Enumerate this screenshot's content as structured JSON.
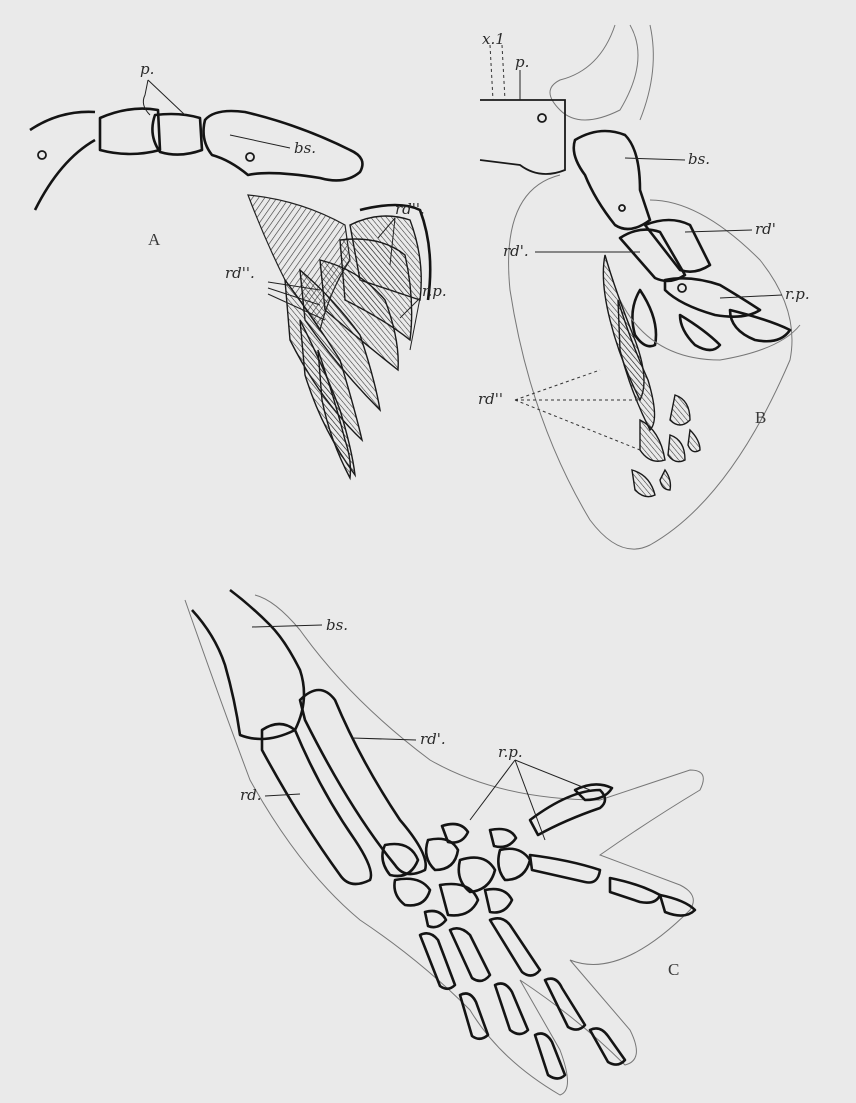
{
  "figure": {
    "panels": {
      "a": "A",
      "b": "B",
      "c": "C"
    },
    "labels_a": {
      "p": "p.",
      "bs": "bs.",
      "rd2_upper": "rd''.",
      "rd2_left": "rd''.",
      "rp": "r.p."
    },
    "labels_b": {
      "x": "x.1",
      "p": "p.",
      "bs": "bs.",
      "rd1_right": "rd'",
      "rd1_left": "rd'.",
      "rp": "r.p.",
      "rd2": "rd''"
    },
    "labels_c": {
      "bs": "bs.",
      "rd1": "rd'.",
      "rd": "rd.",
      "rp": "r.p."
    }
  }
}
